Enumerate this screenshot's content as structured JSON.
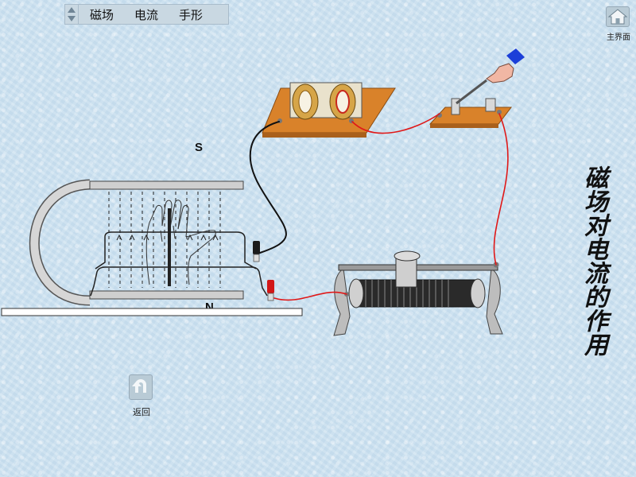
{
  "menu": {
    "items": [
      "磁场",
      "电流",
      "手形"
    ]
  },
  "home": {
    "label": "主界面"
  },
  "back": {
    "label": "返回"
  },
  "title": "磁场对电流的作用",
  "poles": {
    "south": "S",
    "north": "N"
  },
  "colors": {
    "board": "#d9822a",
    "wire_red": "#e01818",
    "wire_black": "#111111",
    "magnet": "#c9c9c9"
  }
}
